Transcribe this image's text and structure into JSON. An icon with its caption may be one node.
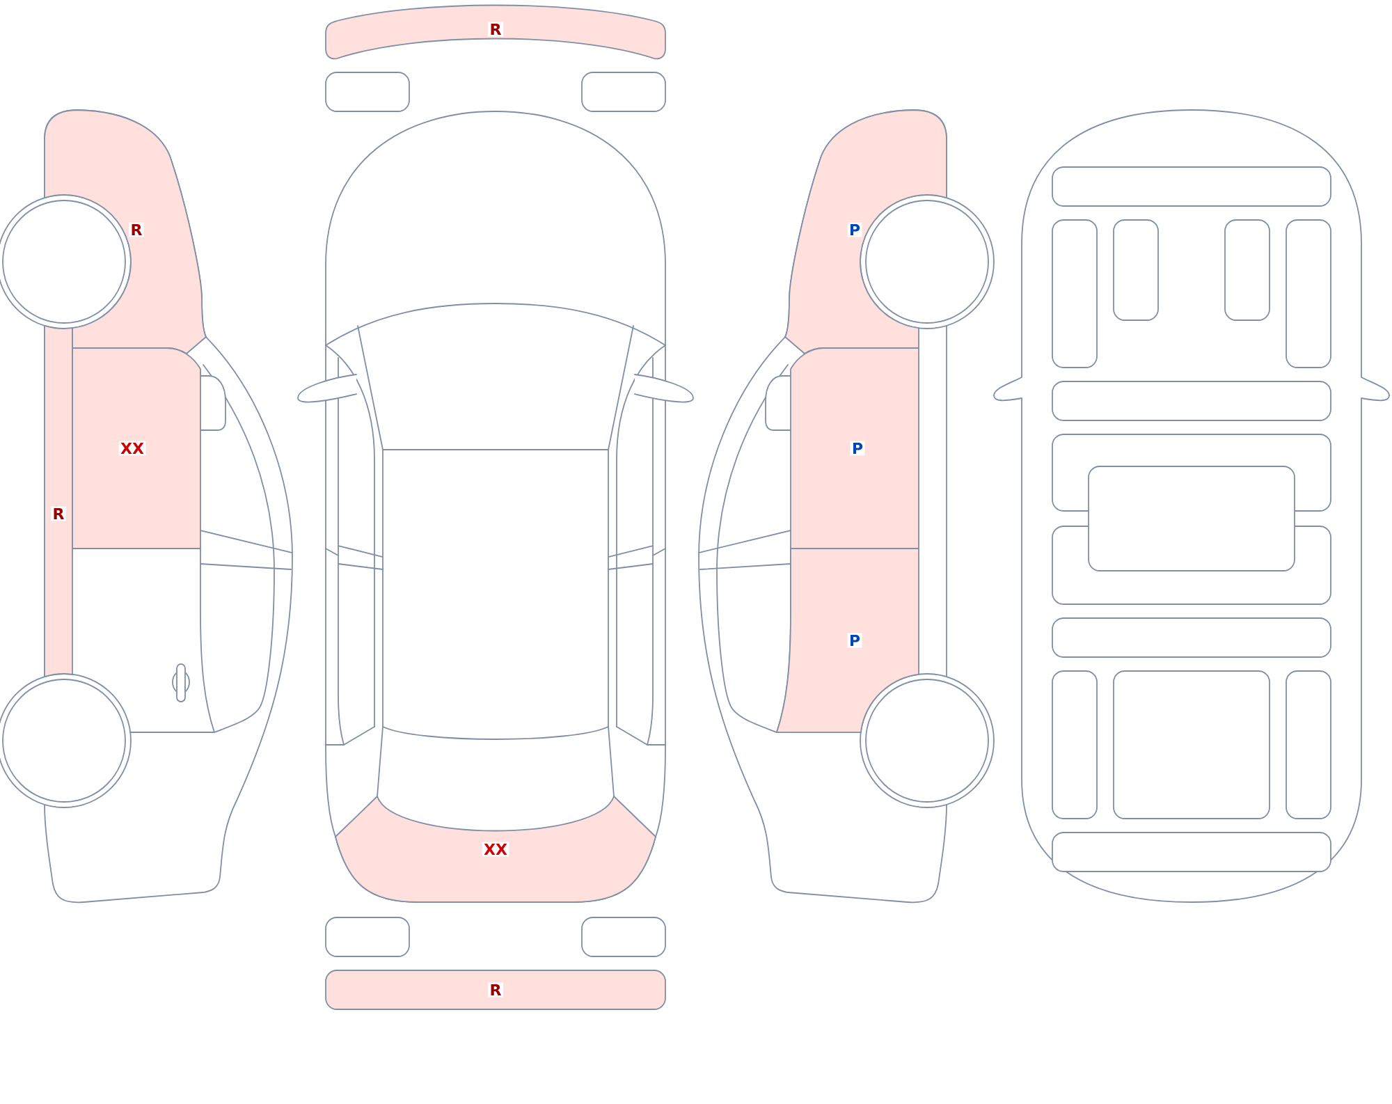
{
  "diagram": {
    "nodes": [
      {
        "text": [
          "R"
        ]
      },
      {
        "text": [
          "R"
        ]
      },
      {
        "text": [
          "P"
        ]
      },
      {
        "text": [
          "XX"
        ]
      },
      {
        "text": [
          "P"
        ]
      },
      {
        "text": [
          "R"
        ]
      },
      {
        "text": [
          "P"
        ]
      },
      {
        "text": [
          "XX"
        ]
      },
      {
        "text": [
          "R"
        ]
      }
    ]
  }
}
